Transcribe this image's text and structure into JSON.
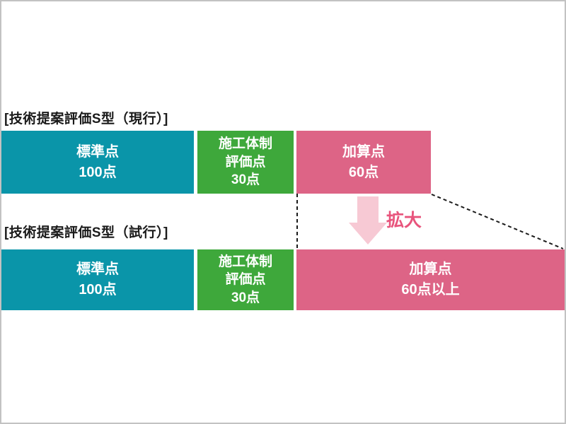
{
  "sections": [
    {
      "id": "current",
      "label": "[技術提案評価S型（現行）]",
      "bars": [
        {
          "name": "standard-score",
          "lines": [
            "標準点",
            "100点"
          ]
        },
        {
          "name": "construction-score",
          "lines": [
            "施工体制",
            "評価点",
            "30点"
          ]
        },
        {
          "name": "addition-score",
          "lines": [
            "加算点",
            "60点"
          ]
        }
      ]
    },
    {
      "id": "trial",
      "label": "[技術提案評価S型（試行）]",
      "bars": [
        {
          "name": "standard-score",
          "lines": [
            "標準点",
            "100点"
          ]
        },
        {
          "name": "construction-score",
          "lines": [
            "施工体制",
            "評価点",
            "30点"
          ]
        },
        {
          "name": "addition-score",
          "lines": [
            "加算点",
            "60点以上"
          ]
        }
      ]
    }
  ],
  "annotation": {
    "expand_label": "拡大"
  },
  "colors": {
    "standard_bar": "#0a95a9",
    "construction_bar": "#3ea83b",
    "addition_bar": "#dd6486",
    "bar_text": "#ffffff",
    "arrow_fill": "#f7c9d4",
    "expand_label_text": "#e8547c",
    "section_label_text": "#1a1a1a",
    "dashed_line": "#1a1a1a",
    "page_border": "#c2c2c2"
  }
}
